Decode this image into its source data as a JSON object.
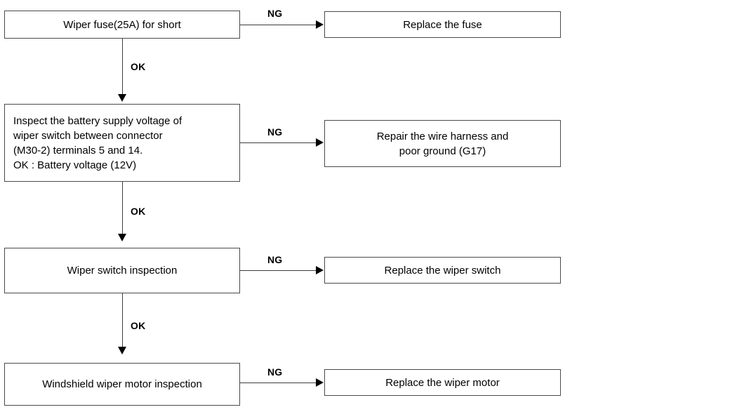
{
  "diagram": {
    "title": "Windshield wiper diagnostic flowchart",
    "line_color": "#3c3c3c",
    "box_border_color": "#4a4a4a",
    "text_color": "#000000",
    "background": "#ffffff"
  },
  "steps": [
    {
      "id": "step-1",
      "text": "Wiper fuse(25A) for short",
      "ng_label": "NG",
      "ng_result": "Replace the fuse",
      "ok_label": "OK"
    },
    {
      "id": "step-2",
      "text": "Inspect the battery supply voltage of\nwiper switch between connector\n(M30-2) terminals 5 and 14.\nOK : Battery voltage (12V)",
      "ng_label": "NG",
      "ng_result": "Repair the wire harness and\npoor ground (G17)",
      "ok_label": "OK"
    },
    {
      "id": "step-3",
      "text": "Wiper switch inspection",
      "ng_label": "NG",
      "ng_result": "Replace the wiper switch",
      "ok_label": "OK"
    },
    {
      "id": "step-4",
      "text": "Windshield wiper motor inspection",
      "ng_label": "NG",
      "ng_result": "Replace the wiper motor",
      "ok_label": ""
    }
  ]
}
